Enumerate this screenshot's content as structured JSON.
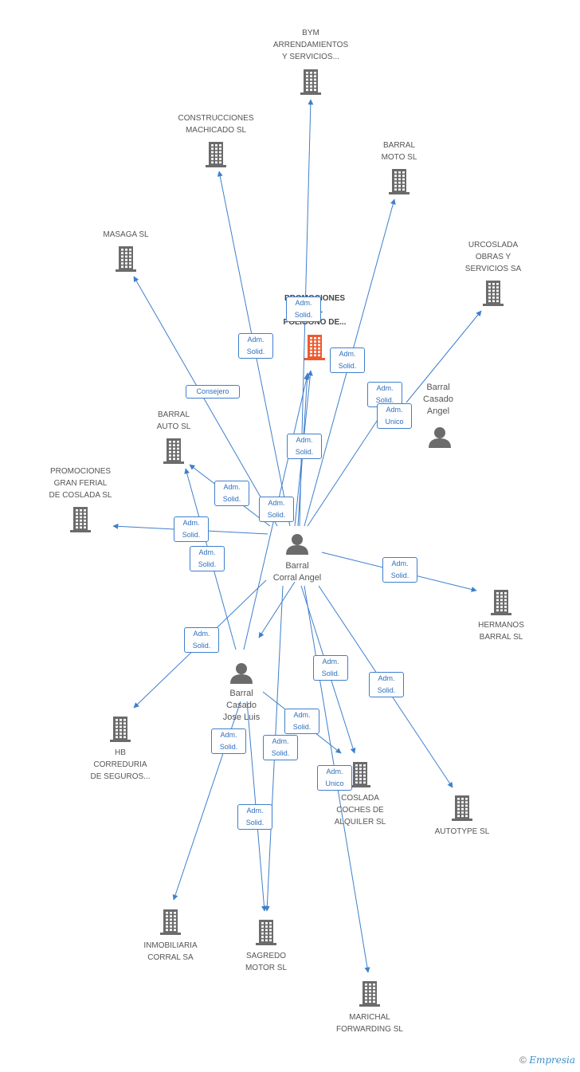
{
  "colors": {
    "edge": "#3f7fcc",
    "building": "#6b6b6b",
    "focus_building": "#ee5a2f",
    "person": "#6b6b6b"
  },
  "companies": [
    {
      "id": "bym",
      "label": "BYM\nARRENDAMIENTOS\nY SERVICIOS..."
    },
    {
      "id": "construcciones",
      "label": "CONSTRUCCIONES\nMACHICADO SL"
    },
    {
      "id": "barralmoto",
      "label": "BARRAL\nMOTO SL"
    },
    {
      "id": "masaga",
      "label": "MASAGA SL"
    },
    {
      "id": "urcoslada",
      "label": "URCOSLADA\nOBRAS Y\nSERVICIOS SA"
    },
    {
      "id": "promociones_focus",
      "label": "PROMOCIONES\nDEL\nPOLIGONO DE...",
      "focus": true
    },
    {
      "id": "barralauto",
      "label": "BARRAL\nAUTO SL"
    },
    {
      "id": "promgran",
      "label": "PROMOCIONES\nGRAN FERIAL\nDE COSLADA SL"
    },
    {
      "id": "hermanos",
      "label": "HERMANOS\nBARRAL SL"
    },
    {
      "id": "hb",
      "label": "HB\nCORREDURIA\nDE SEGUROS..."
    },
    {
      "id": "coslada",
      "label": "COSLADA\nCOCHES DE\nALQUILER SL"
    },
    {
      "id": "autotype",
      "label": "AUTOTYPE SL"
    },
    {
      "id": "inmobiliaria",
      "label": "INMOBILIARIA\nCORRAL SA"
    },
    {
      "id": "sagredo",
      "label": "SAGREDO\nMOTOR SL"
    },
    {
      "id": "marichal",
      "label": "MARICHAL\nFORWARDING SL"
    }
  ],
  "persons": [
    {
      "id": "corral",
      "label": "Barral\nCorral Angel"
    },
    {
      "id": "casadoangel",
      "label": "Barral\nCasado\nAngel"
    },
    {
      "id": "joseluis",
      "label": "Barral\nCasado\nJose Luis"
    }
  ],
  "edge_labels": [
    {
      "id": "e1",
      "text": "Adm.\nSolid."
    },
    {
      "id": "e2",
      "text": "Adm.\nSolid."
    },
    {
      "id": "e3",
      "text": "Adm.\nSolid."
    },
    {
      "id": "e4",
      "text": "Consejero"
    },
    {
      "id": "e5",
      "text": "Adm.\nSolid."
    },
    {
      "id": "e6",
      "text": "Adm.\nUnico"
    },
    {
      "id": "e7",
      "text": "Adm.\nSolid."
    },
    {
      "id": "e8",
      "text": "Adm.\nSolid."
    },
    {
      "id": "e9",
      "text": "Adm.\nSolid."
    },
    {
      "id": "e10",
      "text": "Adm.\nSolid."
    },
    {
      "id": "e11",
      "text": "Adm.\nSolid."
    },
    {
      "id": "e12",
      "text": "Adm.\nSolid."
    },
    {
      "id": "e13",
      "text": "Adm.\nSolid."
    },
    {
      "id": "e14",
      "text": "Adm.\nSolid."
    },
    {
      "id": "e15",
      "text": "Adm.\nSolid."
    },
    {
      "id": "e16",
      "text": "Adm.\nSolid."
    },
    {
      "id": "e17",
      "text": "Adm.\nSolid."
    },
    {
      "id": "e18",
      "text": "Adm.\nSolid."
    },
    {
      "id": "e19",
      "text": "Adm.\nUnico"
    },
    {
      "id": "e20",
      "text": "Adm.\nSolid."
    }
  ],
  "footer": {
    "copyright": "©",
    "brand": "Empresia"
  }
}
